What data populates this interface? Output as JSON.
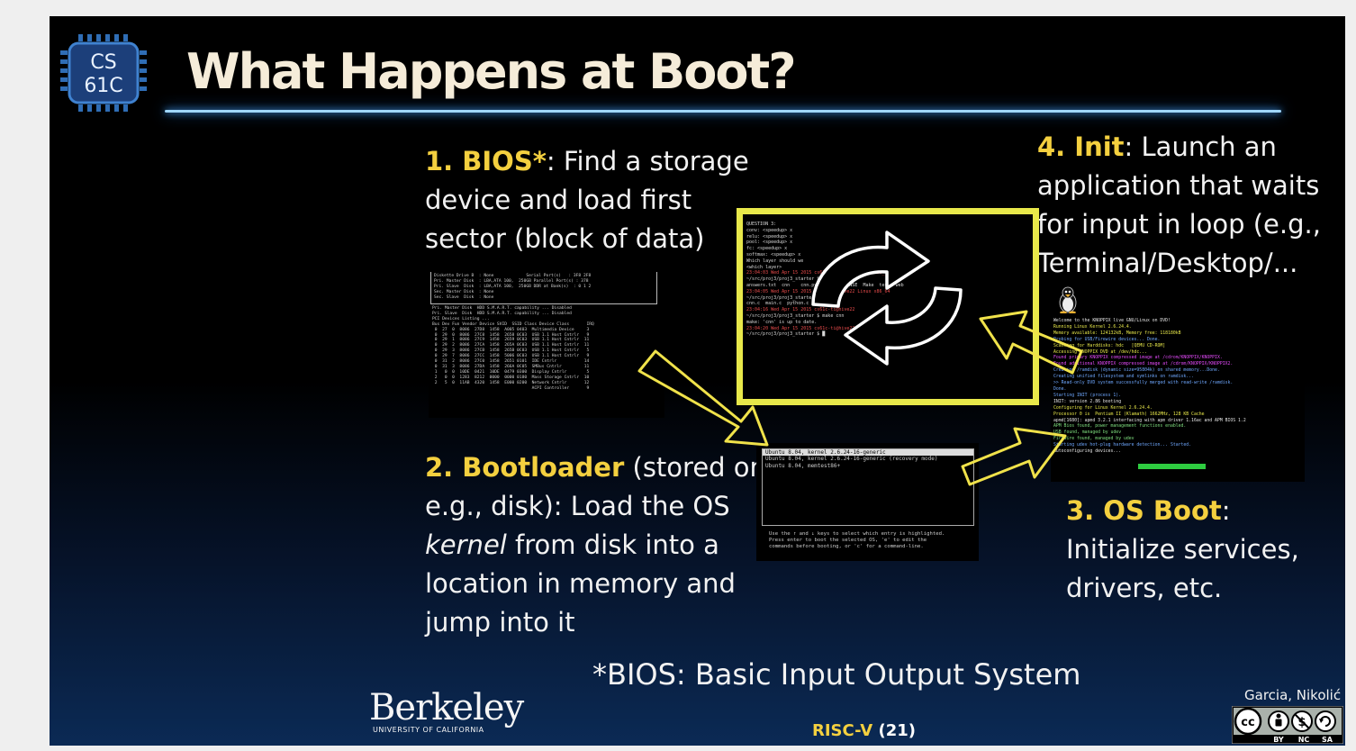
{
  "slide": {
    "logo": {
      "line1": "CS",
      "line2": "61C"
    },
    "title": "What Happens at Boot?",
    "steps": {
      "bios": {
        "label": "1. BIOS*",
        "text_lines": [
          ": Find a storage",
          "device and load first",
          "sector (block of data)"
        ]
      },
      "bootloader": {
        "label": "2. Bootloader",
        "text_first": " (stored on,",
        "line2": "e.g., disk): Load the OS",
        "kernel_word": "kernel",
        "line3_rest": " from disk into a",
        "line4": "location in memory and",
        "line5": "jump into it"
      },
      "os_boot": {
        "label": "3. OS Boot",
        "colon": ":",
        "lines": [
          "Initialize services,",
          "drivers, etc."
        ]
      },
      "init": {
        "label": "4. Init",
        "text_lines": [
          ": Launch an",
          "application that waits",
          "for input in loop (e.g.,",
          "Terminal/Desktop/..."
        ]
      }
    },
    "footnote": "*BIOS: Basic Input Output System",
    "footer": {
      "university_name": "Berkeley",
      "university_sub": "UNIVERSITY OF CALIFORNIA",
      "course": "RISC-V",
      "page": "(21)",
      "authors": "Garcia, Nikolić",
      "license": [
        "BY",
        "NC",
        "SA"
      ],
      "cc_mark": "cc"
    }
  },
  "screens": {
    "bios_screen": [
      "Diskette Drive B  : None             Serial Port(s)   : 3F8 2F8",
      "Pri. Master Disk  : LBA,ATA 100,  250GB Parallel Port(s) : 378",
      "Pri. Slave  Disk  : LBA,ATA 100,  250GB DDR at Bank(s)  : 0 1 2",
      "Sec. Master Disk  : None",
      "Sec. Slave  Disk  : None",
      "",
      "Pri. Master Disk  HDD S.M.A.R.T. capability ... Disabled",
      "Pri. Slave  Disk  HDD S.M.A.R.T. capability ... Disabled",
      "",
      "PCI Devices Listing ...",
      "Bus Dev Fun Vendor Device SVID  SSID Class Device Class       IRQ",
      "",
      " 0  27  0  8086  27D8  1458  A005 0403  Multimedia Device     3",
      " 0  29  0  8086  27C8  1458  2658 0C03  USB 1.1 Host Cntrlr   9",
      " 0  29  1  8086  27C9  1458  2659 0C03  USB 1.1 Host Cntrlr  11",
      " 0  29  2  8086  27CA  1458  265A 0C03  USB 1.1 Host Cntrlr  11",
      " 0  29  3  8086  27CB  1458  265B 0C03  USB 1.1 Host Cntrlr   5",
      " 0  29  7  8086  27CC  1458  5006 0C03  USB 1.1 Host Cntrlr   9",
      " 0  31  2  8086  27C0  1458  2651 0101  IDE Cntrlr           14",
      " 0  31  3  8086  27DA  1458  266A 0C05  SMBus Cntrlr         11",
      " 1   0  0  10DE  0421  10DE  0479 0300  Display Cntrlr        5",
      " 2   0  0  1283  8212  0000  0000 0180  Mass Storage Cntrlr  10",
      " 2   5  0  11AB  4320  1458  E000 0200  Network Cntrlr       12",
      "                                        ACPI Controller       9"
    ],
    "center_terminal": [
      "QUESTION 3:",
      "",
      "conv: <speedup> x",
      "relu: <speedup> x",
      "pool: <speedup> x",
      "fc: <speedup> x",
      "softmax: <speedup> x",
      "",
      "Which layer should we",
      "",
      "<which layer>",
      "",
      "23:04:03 Wed Apr 15 2015 cs61c-ti@hive22 Linux x86_64",
      "~/src/proj3/proj3_starter $ ls src/",
      "answers.txt  cnn    cnn.py  data  LICENSE  Make  test  web",
      "",
      "23:04:05 Wed Apr 15 2015 cs61c-ti@hive22 Linux x86_64",
      "~/src/proj3/proj3_starter $ ls src/",
      "cnn.c  main.c  python.c  util.c",
      "",
      "23:04:16 Wed Apr 15 2015 cs61c-ti@hive22",
      "~/src/proj3/proj3_starter $ make cnn",
      "make: 'cnn' is up to date.",
      "",
      "23:04:20 Wed Apr 15 2015 cs61c-ti@hive22 Linux x86_64",
      "~/src/proj3/proj3_starter $ █"
    ],
    "grub": {
      "entries": [
        "Ubuntu 8.04, kernel 2.6.24-16-generic",
        "Ubuntu 8.04, kernel 2.6.24-16-generic (recovery mode)",
        "Ubuntu 8.04, memtest86+"
      ],
      "help": [
        "Use the ↑ and ↓ keys to select which entry is highlighted.",
        "Press enter to boot the selected OS, 'e' to edit the",
        "commands before booting, or 'c' for a command-line."
      ]
    },
    "linux_boot": [
      "Welcome to the KNOPPIX live GNU/Linux on DVD!",
      "",
      "Running Linux Kernel 2.6.24.4.",
      "Memory available: 124132kB, Memory free: 118180kB",
      "Probing for USB/Firewire devices... Done.",
      "Scanning for Harddisks: hdc   [QEMU CD-ROM]",
      "Accessing KNOPPIX DVD at /dev/hdc...",
      "Found primary KNOPPIX compressed image at /cdrom/KNOPPIX/KNOPPIX.",
      "Found additional KNOPPIX compressed image at /cdrom/KNOPPIX/KNOPPIX2.",
      "Creating /ramdisk (dynamic size=95804k) on shared memory...Done.",
      "Creating unified filesystem and symlinks on ramdisk...",
      ">> Read-only DVD system successfully merged with read-write /ramdisk.",
      "Done.",
      "Starting INIT (process 1).",
      "INIT: version 2.86 booting",
      "Configuring for Linux Kernel 2.6.24.4.",
      "Processor 0 is  Pentium II (Klamath) 1662MHz, 128 KB Cache",
      "apmd[1680]: apmd 3.2.1 interfacing with apm driver 1.16ac and APM BIOS 1.2",
      "APM Bios found, power management functions enabled.",
      "USB found, managed by udev",
      "Firewire found, managed by udev",
      "Starting udev hot-plug hardware detection... Started.",
      "Autoconfiguring devices..."
    ]
  },
  "colors": {
    "accent_yellow": "#f4d03f",
    "terminal_frame": "#e8e84a",
    "title": "#f5ecd9",
    "rule": "#9fd6ff"
  }
}
